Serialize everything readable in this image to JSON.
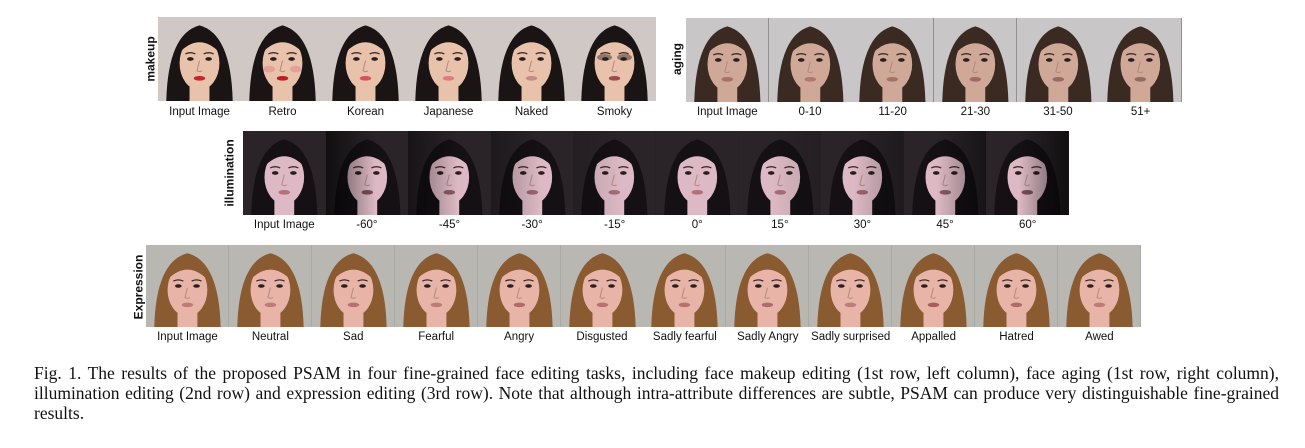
{
  "figure": {
    "makeup": {
      "label": "makeup",
      "columns": [
        "Input Image",
        "Retro",
        "Korean",
        "Japanese",
        "Naked",
        "Smoky"
      ],
      "skin": "#e9c2ac",
      "hair": "#1a1414",
      "background": "#cfc8c4",
      "lips": [
        "#c4262b",
        "#c01a22",
        "#d4545a",
        "#e07a80",
        "#c78b87",
        "#9a4a52"
      ]
    },
    "aging": {
      "label": "aging",
      "columns": [
        "Input Image",
        "0-10",
        "11-20",
        "21-30",
        "31-50",
        "51+"
      ],
      "skin": "#cfa898",
      "hair": "#3a2a22",
      "background": "#c9c6c8",
      "lips": [
        "#a8706a",
        "#b07870",
        "#a8706a",
        "#a06a62",
        "#9a6a62",
        "#946a62"
      ]
    },
    "illumination": {
      "label": "illumination",
      "columns": [
        "Input Image",
        "-60°",
        "-45°",
        "-30°",
        "-15°",
        "0°",
        "15°",
        "30°",
        "45°",
        "60°"
      ],
      "skin": "#dcb9c4",
      "hair": "#141014",
      "background": "#2a2428",
      "lips": [
        "#b0707c",
        "#7a4e58",
        "#8a5a64",
        "#9a6470",
        "#a86c78",
        "#b0707c",
        "#a86c78",
        "#9a6470",
        "#8a5a64",
        "#7a4e58"
      ]
    },
    "expression": {
      "label": "Expression",
      "columns": [
        "Input Image",
        "Neutral",
        "Sad",
        "Fearful",
        "Angry",
        "Disgusted",
        "Sadly fearful",
        "Sadly Angry",
        "Sadly surprised",
        "Appalled",
        "Hatred",
        "Awed"
      ],
      "skin": "#e8b4a8",
      "hair": "#8a5a30",
      "background": "#b9b7b2",
      "lips": [
        "#c07a78",
        "#c07a78",
        "#b87070",
        "#c07a78",
        "#b06a6a",
        "#b87070",
        "#b87070",
        "#b06a6a",
        "#c07a78",
        "#a85e60",
        "#b06a6a",
        "#c07a78"
      ]
    },
    "caption": "Fig. 1.  The results of the proposed PSAM in four fine-grained face editing tasks, including face makeup editing (1st row, left column), face aging (1st row, right column), illumination editing (2nd row) and expression editing (3rd row). Note that although intra-attribute differences are subtle, PSAM can produce very distinguishable fine-grained results."
  }
}
